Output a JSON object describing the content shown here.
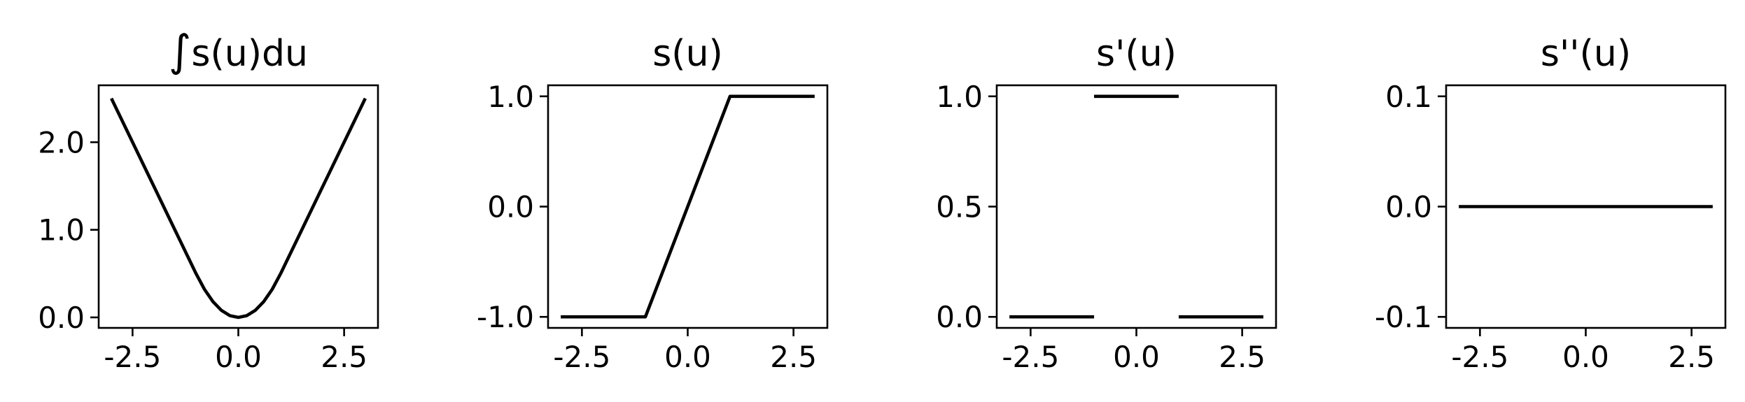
{
  "chart_data": [
    {
      "type": "line",
      "title": "s(u)du",
      "title_prefix_symbol": "∫",
      "xlabel": "",
      "ylabel": "",
      "xlim": [
        -3.3,
        3.3
      ],
      "ylim": [
        -0.12,
        2.65
      ],
      "xticks": [
        -2.5,
        0.0,
        2.5
      ],
      "xtick_labels": [
        "-2.5",
        "0.0",
        "2.5"
      ],
      "yticks": [
        0.0,
        1.0,
        2.0
      ],
      "ytick_labels": [
        "0.0",
        "1.0",
        "2.0"
      ],
      "grid": false,
      "series": [
        {
          "color": "#000000",
          "segments": [
            {
              "x": [
                -3.0,
                -2.5,
                -2.0,
                -1.5,
                -1.0,
                -0.8,
                -0.6,
                -0.4,
                -0.2,
                0.0,
                0.2,
                0.4,
                0.6,
                0.8,
                1.0,
                1.5,
                2.0,
                2.5,
                3.0
              ],
              "y": [
                2.5,
                2.0,
                1.5,
                1.0,
                0.5,
                0.32,
                0.18,
                0.08,
                0.02,
                0.0,
                0.02,
                0.08,
                0.18,
                0.32,
                0.5,
                1.0,
                1.5,
                2.0,
                2.5
              ]
            }
          ]
        }
      ]
    },
    {
      "type": "line",
      "title": "s(u)",
      "xlabel": "",
      "ylabel": "",
      "xlim": [
        -3.3,
        3.3
      ],
      "ylim": [
        -1.1,
        1.1
      ],
      "xticks": [
        -2.5,
        0.0,
        2.5
      ],
      "xtick_labels": [
        "-2.5",
        "0.0",
        "2.5"
      ],
      "yticks": [
        -1.0,
        0.0,
        1.0
      ],
      "ytick_labels": [
        "-1.0",
        "0.0",
        "1.0"
      ],
      "grid": false,
      "series": [
        {
          "color": "#000000",
          "segments": [
            {
              "x": [
                -3.0,
                -1.0,
                1.0,
                3.0
              ],
              "y": [
                -1.0,
                -1.0,
                1.0,
                1.0
              ]
            }
          ]
        }
      ]
    },
    {
      "type": "line",
      "title": "s'(u)",
      "xlabel": "",
      "ylabel": "",
      "xlim": [
        -3.3,
        3.3
      ],
      "ylim": [
        -0.05,
        1.05
      ],
      "xticks": [
        -2.5,
        0.0,
        2.5
      ],
      "xtick_labels": [
        "-2.5",
        "0.0",
        "2.5"
      ],
      "yticks": [
        0.0,
        0.5,
        1.0
      ],
      "ytick_labels": [
        "0.0",
        "0.5",
        "1.0"
      ],
      "grid": false,
      "series": [
        {
          "color": "#000000",
          "segments": [
            {
              "x": [
                -3.0,
                -1.0
              ],
              "y": [
                0.0,
                0.0
              ]
            },
            {
              "x": [
                -1.0,
                1.0
              ],
              "y": [
                1.0,
                1.0
              ]
            },
            {
              "x": [
                1.0,
                3.0
              ],
              "y": [
                0.0,
                0.0
              ]
            }
          ]
        }
      ]
    },
    {
      "type": "line",
      "title": "s''(u)",
      "xlabel": "",
      "ylabel": "",
      "xlim": [
        -3.3,
        3.3
      ],
      "ylim": [
        -0.11,
        0.11
      ],
      "xticks": [
        -2.5,
        0.0,
        2.5
      ],
      "xtick_labels": [
        "-2.5",
        "0.0",
        "2.5"
      ],
      "yticks": [
        -0.1,
        0.0,
        0.1
      ],
      "ytick_labels": [
        "-0.1",
        "0.0",
        "0.1"
      ],
      "grid": false,
      "series": [
        {
          "color": "#000000",
          "segments": [
            {
              "x": [
                -3.0,
                3.0
              ],
              "y": [
                0.0,
                0.0
              ]
            }
          ]
        }
      ]
    }
  ]
}
